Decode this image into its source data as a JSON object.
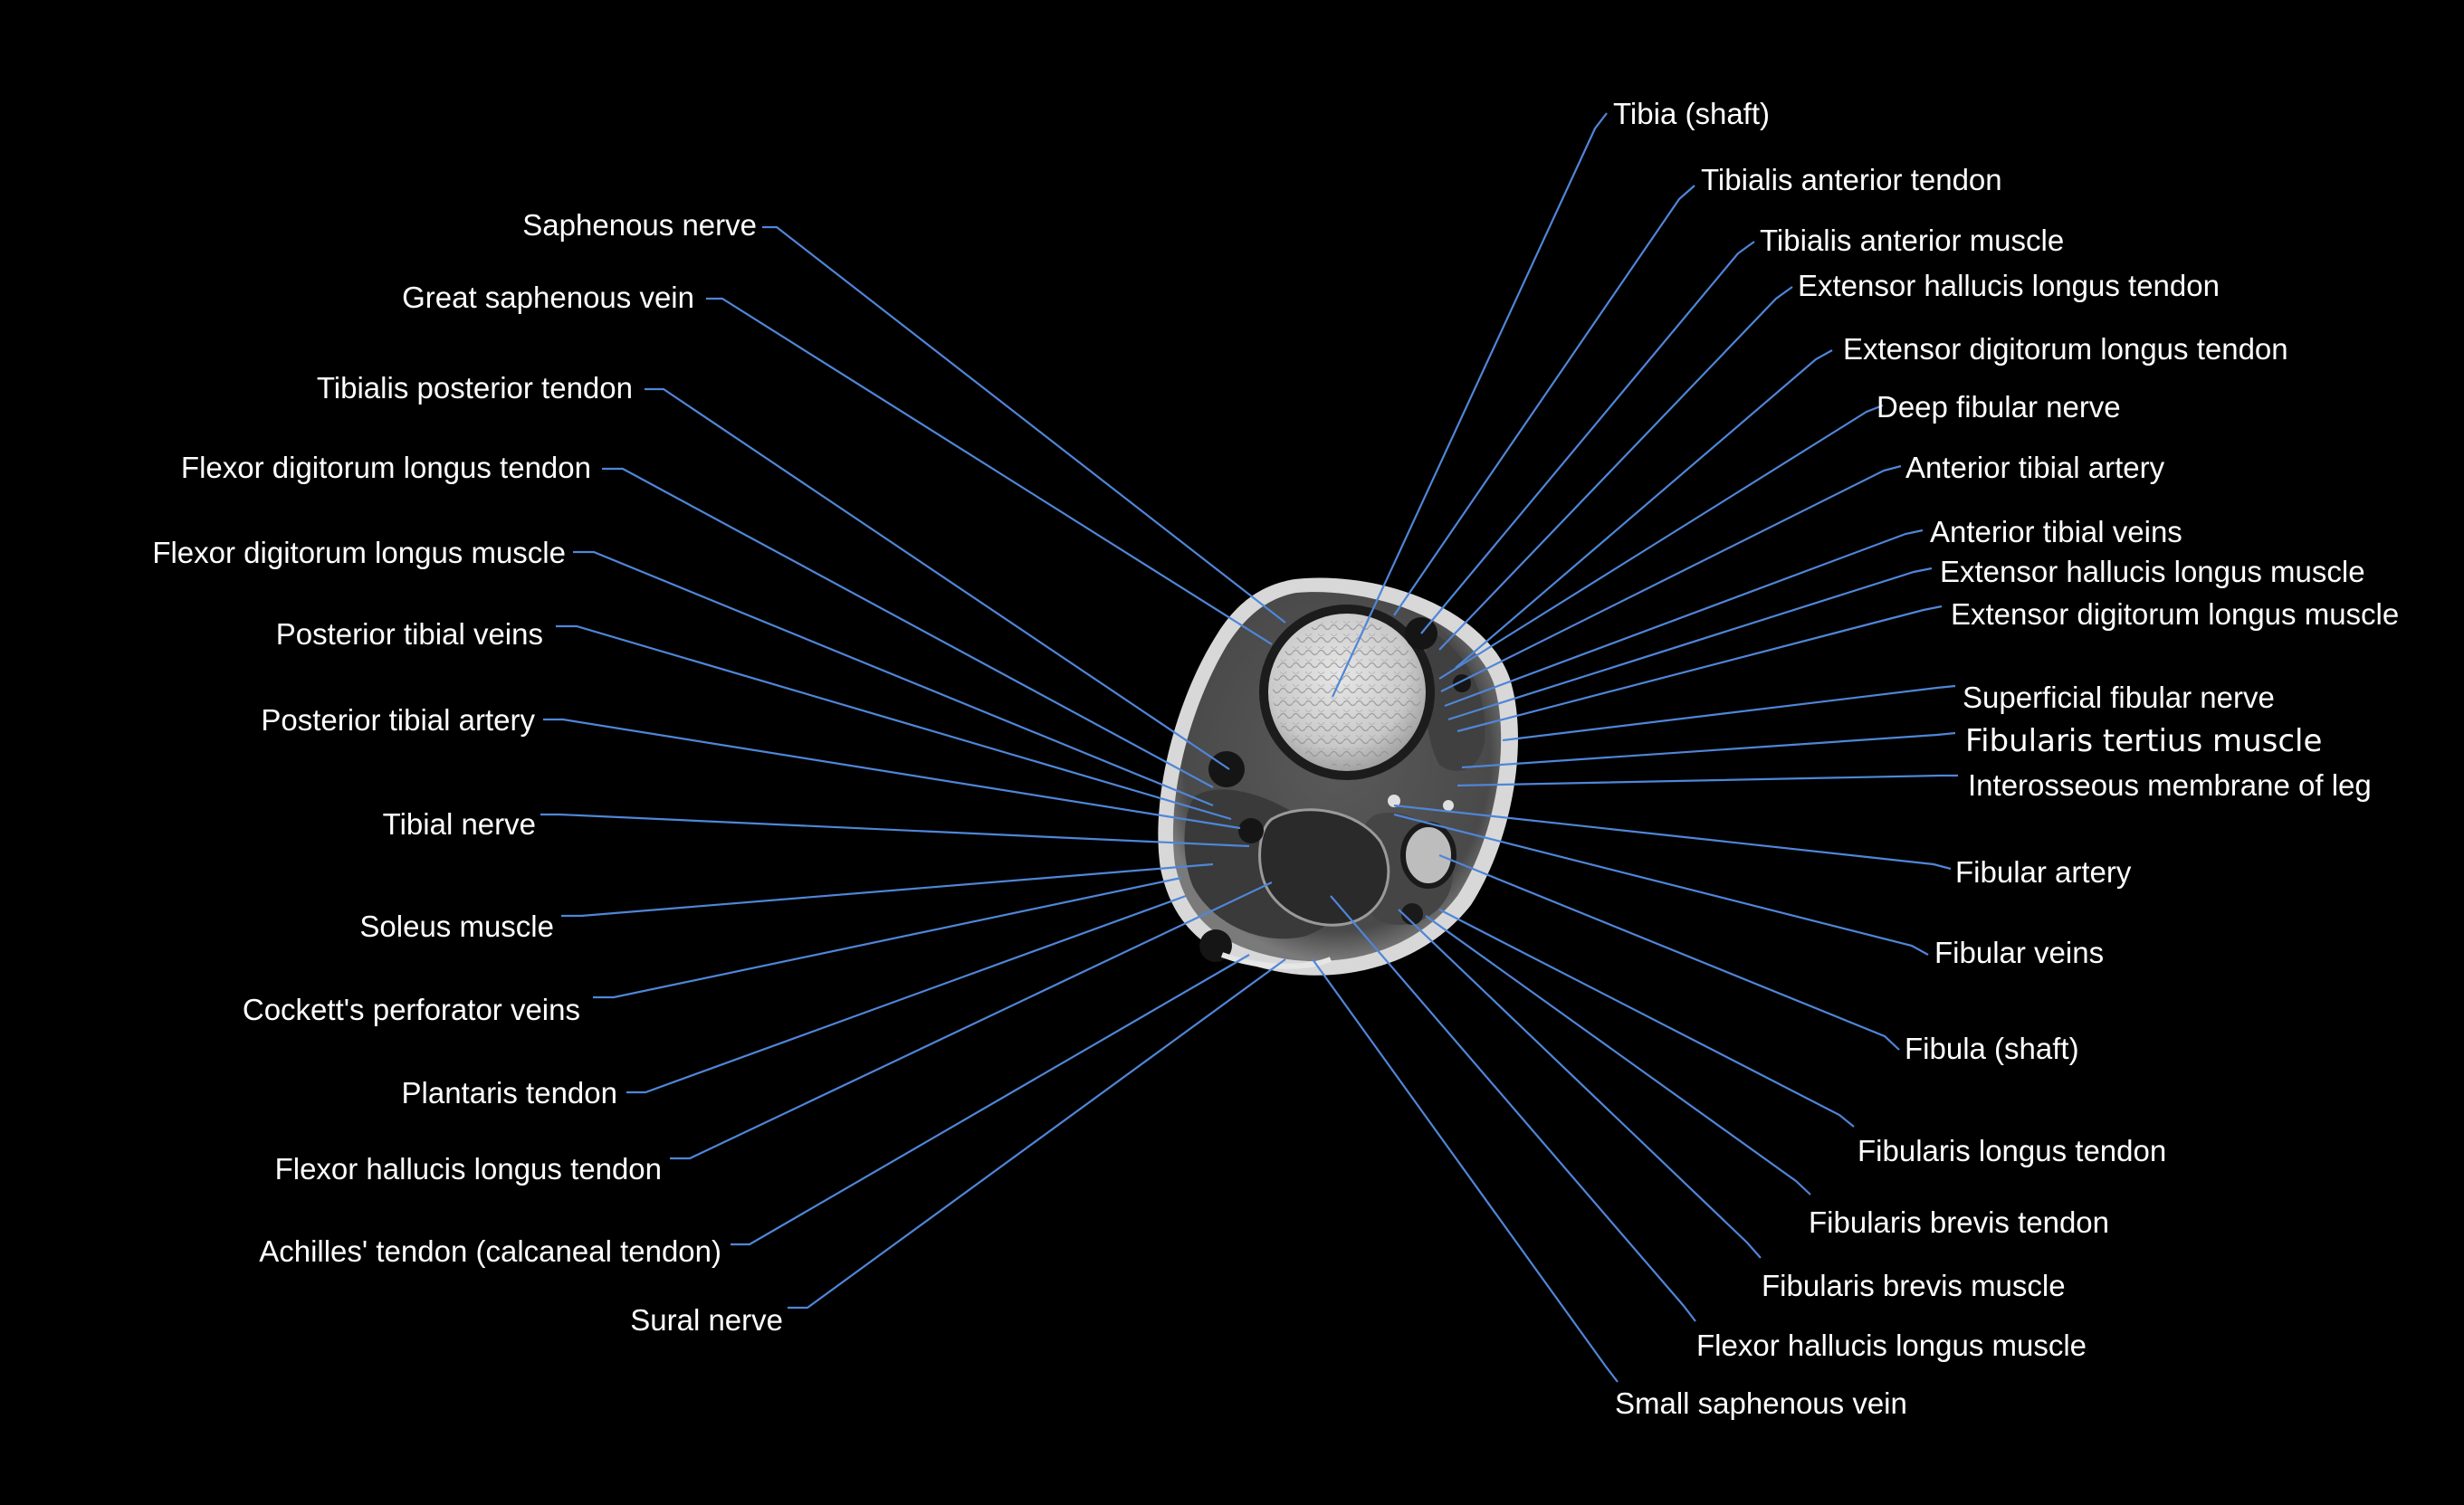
{
  "diagram": {
    "labels_left": [
      "Saphenous nerve",
      "Great saphenous vein",
      "Tibialis posterior tendon",
      "Flexor digitorum longus tendon",
      "Flexor digitorum longus muscle",
      "Posterior tibial veins",
      "Posterior tibial artery",
      "Tibial nerve",
      "Soleus muscle",
      "Cockett's perforator veins",
      "Plantaris tendon",
      "Flexor hallucis longus tendon",
      "Achilles' tendon (calcaneal tendon)",
      "Sural nerve"
    ],
    "labels_right": [
      "Tibia (shaft)",
      "Tibialis anterior tendon",
      "Tibialis anterior muscle",
      "Extensor hallucis longus tendon",
      "Extensor digitorum longus tendon",
      "Deep fibular nerve",
      "Anterior tibial artery",
      "Anterior tibial veins",
      "Extensor hallucis longus muscle",
      "Extensor digitorum longus muscle",
      "Superficial fibular nerve",
      "Fibularis tertius muscle",
      "Interosseous membrane of leg",
      "Fibular artery",
      "Fibular veins",
      "Fibula (shaft)",
      "Fibularis longus tendon",
      "Fibularis brevis tendon",
      "Fibularis brevis muscle",
      "Flexor hallucis longus muscle",
      "Small saphenous vein"
    ]
  },
  "colors": {
    "background": "#000000",
    "leader_line": "#4f86d8",
    "label_text": "#ffffff"
  }
}
